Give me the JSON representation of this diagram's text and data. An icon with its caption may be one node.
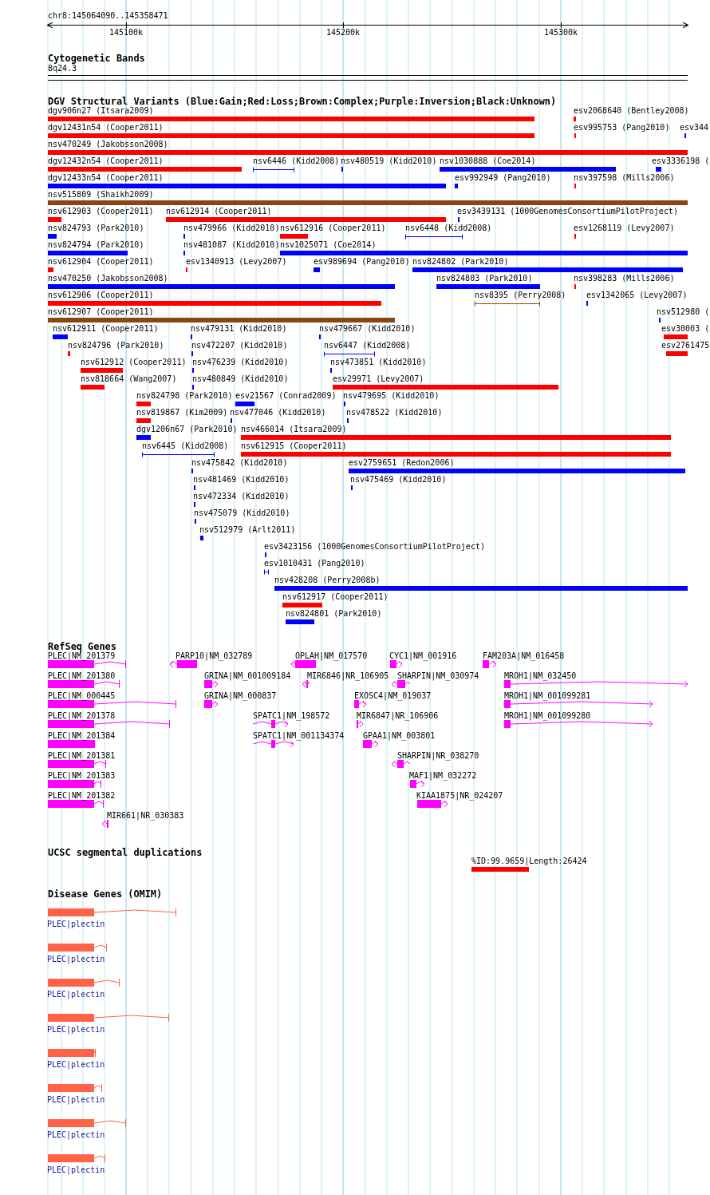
{
  "diagram": {
    "labels": [
      "chr8:145064090..145358471",
      "145100k",
      "145200k",
      "145300k",
      "Cytogenetic Bands",
      "8q24.3",
      "DGV Structural Variants (Blue:Gain;Red:Loss;Brown:Complex;Purple:Inversion;Black:Unknown)",
      "dgv906n27 (Itsara2009)",
      "esv2068640 (Bentley2008)",
      "dgv12431n54 (Cooper2011)",
      "esv995753 (Pang2010)",
      "esv344",
      "nsv470249 (Jakobsson2008)",
      "dgv12432n54 (Cooper2011)",
      "nsv6446 (Kidd2008)",
      "nsv480519 (Kidd2010)",
      "nsv1030888 (Coe2014)",
      "esv3336198 (",
      "dgv12433n54 (Cooper2011)",
      "esv992949 (Pang2010)",
      "nsv397598 (Mills2006)",
      "nsv515809 (Shaikh2009)",
      "nsv612903 (Cooper2011)",
      "nsv612914 (Cooper2011)",
      "esv3439131 (1000GenomesConsortiumPilotProject)",
      "nsv824793 (Park2010)",
      "nsv479966 (Kidd2010)",
      "nsv612916 (Cooper2011)",
      "nsv6448 (Kidd2008)",
      "esv1268119 (Levy2007)",
      "nsv824794 (Park2010)",
      "nsv481087 (Kidd2010)",
      "nsv1025071 (Coe2014)",
      "nsv612904 (Cooper2011)",
      "esv1340913 (Levy2007)",
      "esv989694 (Pang2010)",
      "nsv824802 (Park2010)",
      "nsv470250 (Jakobsson2008)",
      "nsv824803 (Park2010)",
      "nsv398283 (Mills2006)",
      "nsv612906 (Cooper2011)",
      "nsv8395 (Perry2008)",
      "esv1342065 (Levy2007)",
      "nsv612907 (Cooper2011)",
      "nsv512980 (",
      "nsv612911 (Cooper2011)",
      "nsv479131 (Kidd2010)",
      "nsv479667 (Kidd2010)",
      "esv30003 (",
      "nsv824796 (Park2010)",
      "nsv472207 (Kidd2010)",
      "nsv6447 (Kidd2008)",
      "esv2761475",
      "nsv612912 (Cooper2011)",
      "nsv476239 (Kidd2010)",
      "nsv473851 (Kidd2010)",
      "nsv818664 (Wang2007)",
      "nsv480849 (Kidd2010)",
      "esv29971 (Levy2007)",
      "nsv824798 (Park2010)",
      "esv21567 (Conrad2009)",
      "nsv479695 (Kidd2010)",
      "nsv819867 (Kim2009)",
      "nsv477046 (Kidd2010)",
      "nsv478522 (Kidd2010)",
      "dgv1206n67 (Park2010)",
      "nsv466014 (Itsara2009)",
      "nsv6445 (Kidd2008)",
      "nsv612915 (Cooper2011)",
      "nsv475842 (Kidd2010)",
      "esv2759651 (Redon2006)",
      "nsv481469 (Kidd2010)",
      "nsv475469 (Kidd2010)",
      "nsv472334 (Kidd2010)",
      "nsv475079 (Kidd2010)",
      "nsv512979 (Arlt2011)",
      "esv3423156 (1000GenomesConsortiumPilotProject)",
      "esv1010431 (Pang2010)",
      "nsv428208 (Perry2008b)",
      "nsv612917 (Cooper2011)",
      "nsv824801 (Park2010)",
      "RefSeq Genes",
      "PLEC|NM_201379",
      "PARP10|NM_032789",
      "OPLAH|NM_017570",
      "CYC1|NM_001916",
      "FAM203A|NM_016458",
      "PLEC|NM_201380",
      "GRINA|NM_001009184",
      "MIR6846|NR_106905",
      "SHARPIN|NM_030974",
      "MROH1|NM_032450",
      "PLEC|NM_000445",
      "GRINA|NM_000837",
      "EXOSC4|NM_019037",
      "MROH1|NM_001099281",
      "PLEC|NM_201378",
      "SPATC1|NM_198572",
      "MIR6847|NR_106906",
      "MROH1|NM_001099280",
      "PLEC|NM_201384",
      "SPATC1|NM_001134374",
      "GPAA1|NM_003801",
      "PLEC|NM_201381",
      "SHARPIN|NR_038270",
      "PLEC|NM_201383",
      "MAF1|NM_032272",
      "PLEC|NM_201382",
      "KIAA1875|NR_024207",
      "MIR661|NR_030383",
      "UCSC segmental duplications",
      "%ID:99.9659|Length:26424",
      "Disease Genes (OMIM)",
      "PLEC|plectin",
      "PLEC|plectin",
      "PLEC|plectin",
      "PLEC|plectin",
      "PLEC|plectin",
      "PLEC|plectin",
      "PLEC|plectin",
      "PLEC|plectin"
    ]
  }
}
